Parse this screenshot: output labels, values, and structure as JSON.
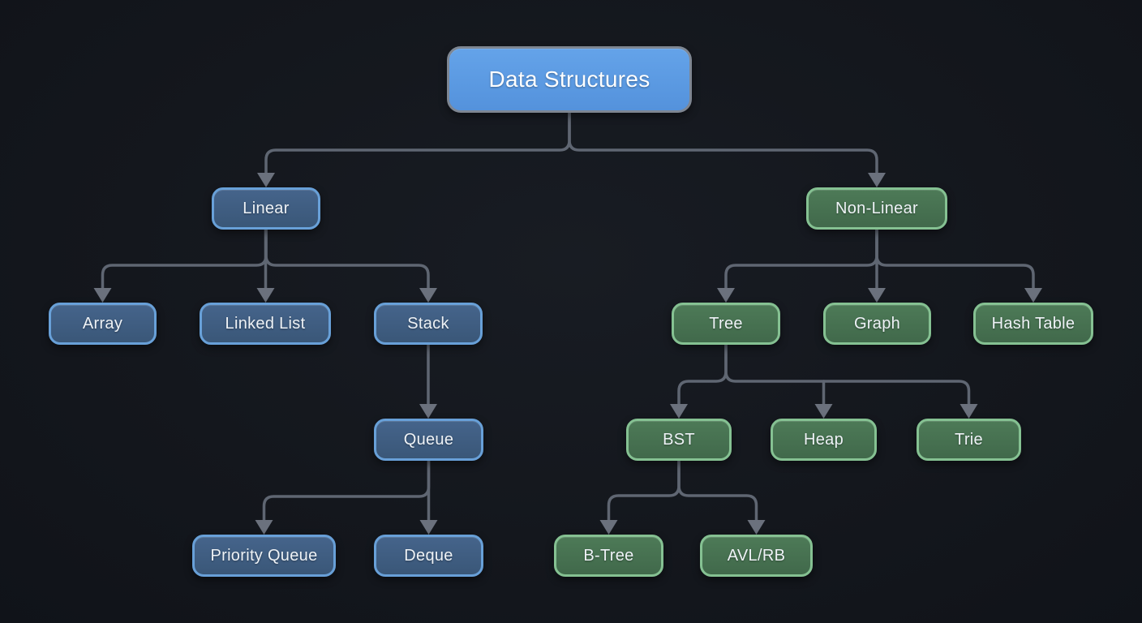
{
  "diagram": {
    "title": "Data Structures",
    "type": "flowchart",
    "colors": {
      "background": "#14171d",
      "root_fill": "#5b9ae0",
      "root_border": "#7e8692",
      "blue_fill": "#3e5d82",
      "blue_border": "#68a0d8",
      "green_fill": "#47734f",
      "green_border": "#85c192",
      "connector": "#5f6672",
      "arrowhead": "#6b717d",
      "text": "#eef2f6"
    },
    "nodes": [
      {
        "id": "root",
        "label": "Data Structures",
        "style": "root"
      },
      {
        "id": "linear",
        "label": "Linear",
        "style": "blue"
      },
      {
        "id": "non-linear",
        "label": "Non-Linear",
        "style": "green"
      },
      {
        "id": "array",
        "label": "Array",
        "style": "blue"
      },
      {
        "id": "linked-list",
        "label": "Linked List",
        "style": "blue"
      },
      {
        "id": "stack",
        "label": "Stack",
        "style": "blue"
      },
      {
        "id": "tree",
        "label": "Tree",
        "style": "green"
      },
      {
        "id": "graph",
        "label": "Graph",
        "style": "green"
      },
      {
        "id": "hash-table",
        "label": "Hash Table",
        "style": "green"
      },
      {
        "id": "queue",
        "label": "Queue",
        "style": "blue"
      },
      {
        "id": "bst",
        "label": "BST",
        "style": "green"
      },
      {
        "id": "heap",
        "label": "Heap",
        "style": "green"
      },
      {
        "id": "trie",
        "label": "Trie",
        "style": "green"
      },
      {
        "id": "priority-queue",
        "label": "Priority Queue",
        "style": "blue"
      },
      {
        "id": "deque",
        "label": "Deque",
        "style": "blue"
      },
      {
        "id": "b-tree",
        "label": "B-Tree",
        "style": "green"
      },
      {
        "id": "avl-rb",
        "label": "AVL/RB",
        "style": "green"
      }
    ],
    "edges": [
      {
        "from": "root",
        "to": "linear"
      },
      {
        "from": "root",
        "to": "non-linear"
      },
      {
        "from": "linear",
        "to": "array"
      },
      {
        "from": "linear",
        "to": "linked-list"
      },
      {
        "from": "linear",
        "to": "stack"
      },
      {
        "from": "stack",
        "to": "queue"
      },
      {
        "from": "queue",
        "to": "priority-queue"
      },
      {
        "from": "queue",
        "to": "deque"
      },
      {
        "from": "non-linear",
        "to": "tree"
      },
      {
        "from": "non-linear",
        "to": "graph"
      },
      {
        "from": "non-linear",
        "to": "hash-table"
      },
      {
        "from": "tree",
        "to": "bst"
      },
      {
        "from": "tree",
        "to": "heap"
      },
      {
        "from": "tree",
        "to": "trie"
      },
      {
        "from": "bst",
        "to": "b-tree"
      },
      {
        "from": "bst",
        "to": "avl-rb"
      }
    ]
  }
}
